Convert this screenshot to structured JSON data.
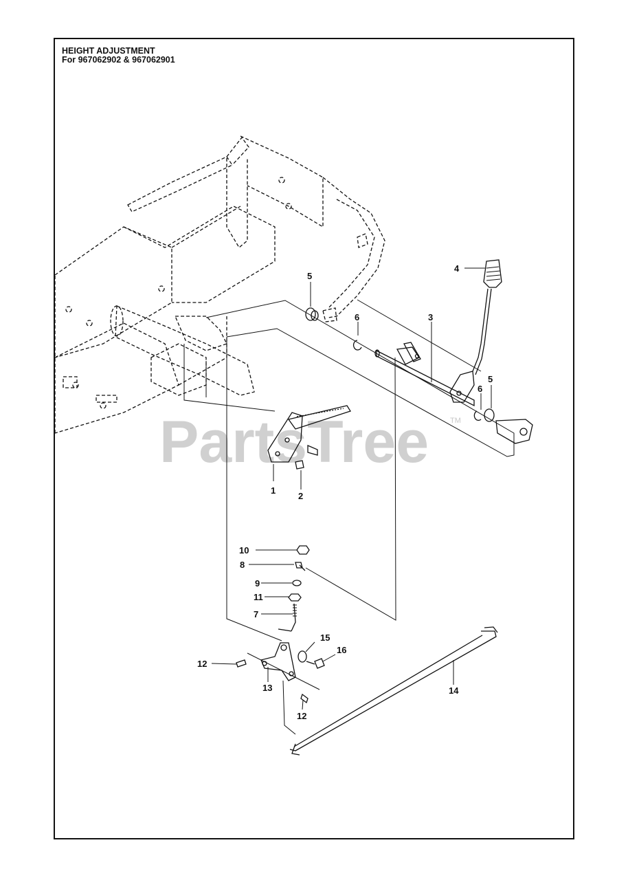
{
  "title": {
    "line1": "HEIGHT ADJUSTMENT",
    "line2": "For 967062902 & 967062901"
  },
  "watermark": {
    "text": "PartsTree",
    "trademark": "TM"
  },
  "callouts": [
    "1",
    "2",
    "3",
    "4",
    "5",
    "5",
    "6",
    "6",
    "7",
    "8",
    "9",
    "10",
    "11",
    "12",
    "12",
    "13",
    "14",
    "15",
    "16"
  ],
  "colors": {
    "ink": "#111111",
    "watermark": "#d0d0d0"
  }
}
